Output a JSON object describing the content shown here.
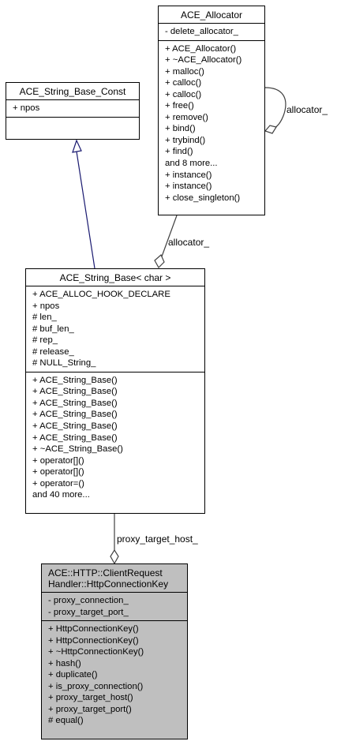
{
  "allocator": {
    "title": "ACE_Allocator",
    "attributes": [
      "- delete_allocator_"
    ],
    "methods": [
      "+ ACE_Allocator()",
      "+ ~ACE_Allocator()",
      "+ malloc()",
      "+ calloc()",
      "+ calloc()",
      "+ free()",
      "+ remove()",
      "+ bind()",
      "+ trybind()",
      "+ find()",
      "and 8 more...",
      "+ instance()",
      "+ instance()",
      "+ close_singleton()"
    ]
  },
  "string_base_const": {
    "title": "ACE_String_Base_Const",
    "attributes": [
      "+ npos"
    ],
    "methods": []
  },
  "string_base": {
    "title": "ACE_String_Base< char >",
    "attributes": [
      "+ ACE_ALLOC_HOOK_DECLARE",
      "+ npos",
      "# len_",
      "# buf_len_",
      "# rep_",
      "# release_",
      "# NULL_String_"
    ],
    "methods": [
      "+ ACE_String_Base()",
      "+ ACE_String_Base()",
      "+ ACE_String_Base()",
      "+ ACE_String_Base()",
      "+ ACE_String_Base()",
      "+ ACE_String_Base()",
      "+ ~ACE_String_Base()",
      "+ operator[]()",
      "+ operator[]()",
      "+ operator=()",
      "and 40 more..."
    ]
  },
  "connection_key": {
    "title_line1": "ACE::HTTP::ClientRequest",
    "title_line2": "Handler::HttpConnectionKey",
    "attributes": [
      "- proxy_connection_",
      "- proxy_target_port_"
    ],
    "methods": [
      "+ HttpConnectionKey()",
      "+ HttpConnectionKey()",
      "+ ~HttpConnectionKey()",
      "+ hash()",
      "+ duplicate()",
      "+ is_proxy_connection()",
      "+ proxy_target_host()",
      "+ proxy_target_port()",
      "# equal()"
    ]
  },
  "edges": {
    "self_allocator_label": "allocator_",
    "allocator_label": "allocator_",
    "proxy_host_label": "proxy_target_host_"
  },
  "colors": {
    "generalization_edge": "#191970",
    "association_edge": "#404040",
    "focus_fill": "#bfbfbf"
  }
}
